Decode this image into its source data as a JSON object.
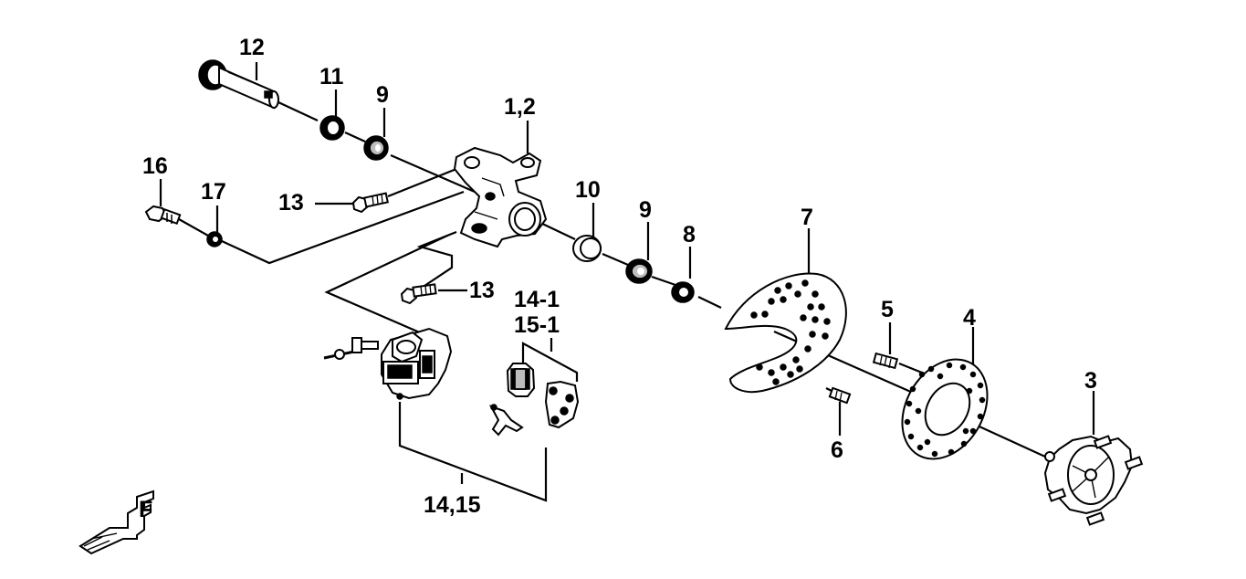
{
  "labels": {
    "l12": "12",
    "l11": "11",
    "l9a": "9",
    "l12_name": "1,2",
    "l16": "16",
    "l17": "17",
    "l13a": "13",
    "l10": "10",
    "l9b": "9",
    "l8": "8",
    "l7": "7",
    "l13b": "13",
    "l14_1": "14-1",
    "l15_1": "15-1",
    "l5": "5",
    "l4": "4",
    "l3": "3",
    "l6": "6",
    "l14_15": "14,15"
  },
  "front_marker": "F"
}
